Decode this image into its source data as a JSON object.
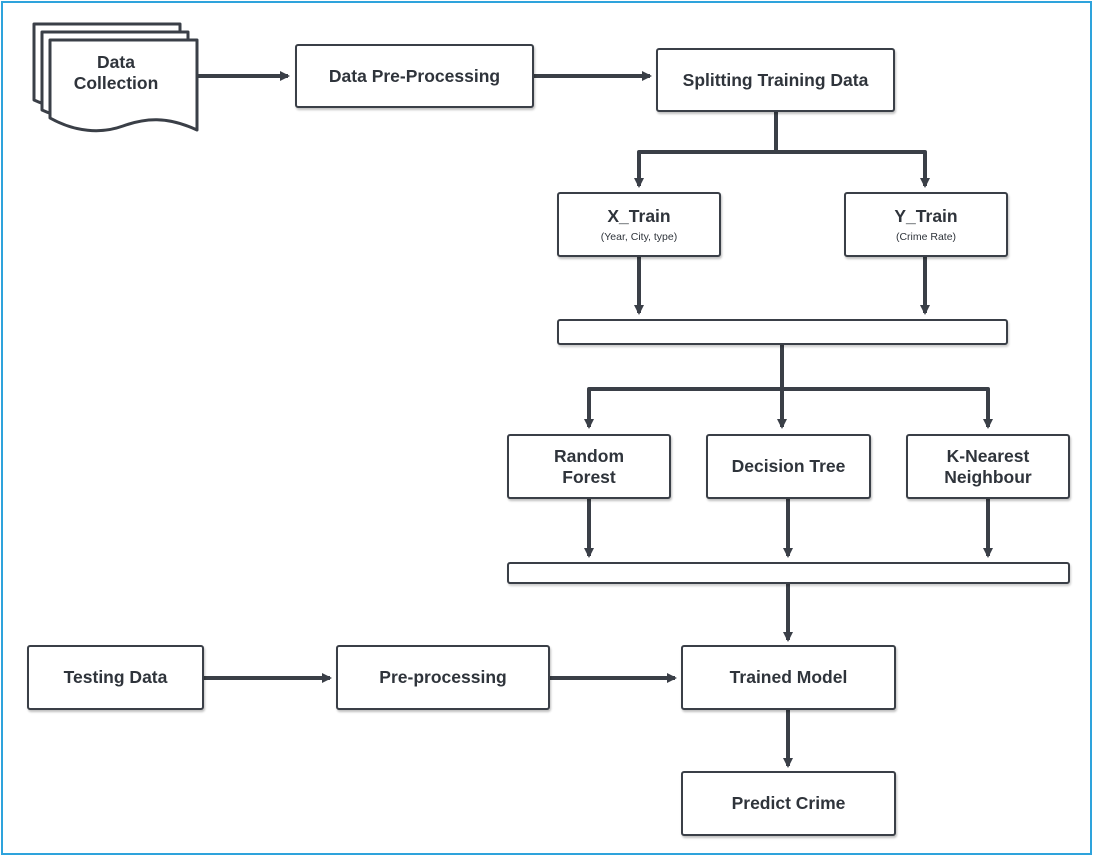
{
  "nodes": {
    "data_collection": "Data\nCollection",
    "data_preprocessing": "Data Pre-Processing",
    "splitting": "Splitting Training Data",
    "x_train": "X_Train",
    "x_train_sub": "(Year, City, type)",
    "y_train": "Y_Train",
    "y_train_sub": "(Crime Rate)",
    "random_forest": "Random\nForest",
    "decision_tree": "Decision Tree",
    "knn": "K-Nearest\nNeighbour",
    "testing_data": "Testing Data",
    "preprocessing": "Pre-processing",
    "trained_model": "Trained Model",
    "predict_crime": "Predict Crime"
  },
  "colors": {
    "frame": "#2ea3dc",
    "stroke": "#3a3f47",
    "text": "#2f343b"
  }
}
